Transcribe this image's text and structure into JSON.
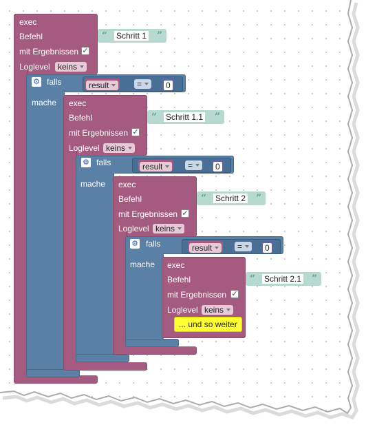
{
  "labels": {
    "exec": "exec",
    "befehl": "Befehl",
    "mit_ergebnissen": "mit Ergebnissen",
    "loglevel": "Loglevel",
    "falls": "falls",
    "mache": "mache"
  },
  "options": {
    "loglevel": "keins",
    "variable": "result",
    "operator": "=",
    "value": "0",
    "checkmark": "✓"
  },
  "commands": [
    "Schritt 1",
    "Schritt 1.1",
    "Schritt 2",
    "Schritt 2.1"
  ],
  "note": "... und so weiter",
  "quote_open": "“",
  "quote_close": "”",
  "colors": {
    "exec_block": "#a55b80",
    "if_block": "#5b80a5",
    "string_block": "#b8d9cf",
    "number_block": "#5b67a5",
    "note_block": "#ffff33"
  },
  "icons": {
    "settings": "gear-icon",
    "checkbox": "checkbox-checked-icon",
    "dropdown": "dropdown-arrow-icon"
  }
}
